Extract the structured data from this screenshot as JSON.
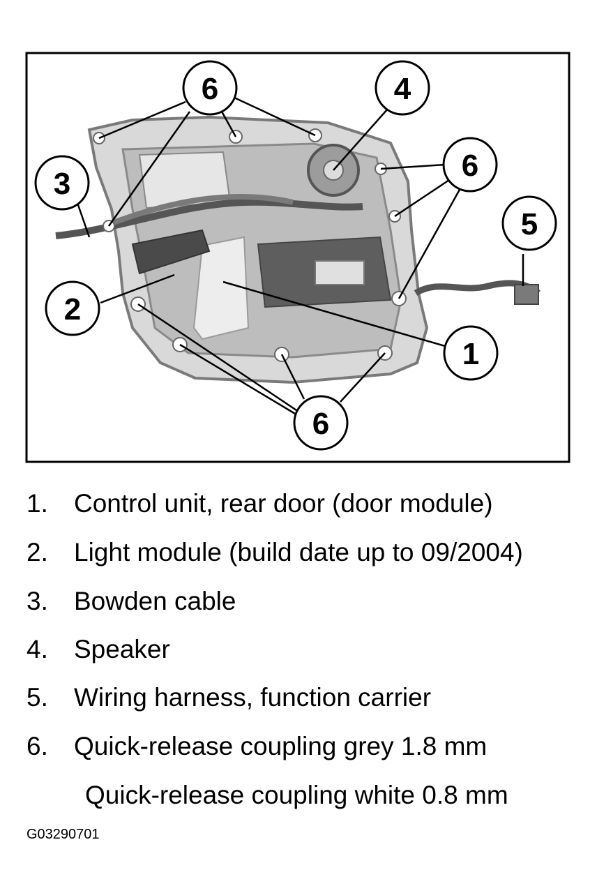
{
  "figure": {
    "callouts": [
      {
        "label": "6"
      },
      {
        "label": "4"
      },
      {
        "label": "3"
      },
      {
        "label": "6"
      },
      {
        "label": "5"
      },
      {
        "label": "2"
      },
      {
        "label": "1"
      },
      {
        "label": "6"
      }
    ]
  },
  "legend": {
    "items": [
      {
        "num": "1.",
        "text": "Control unit, rear door (door module)"
      },
      {
        "num": "2.",
        "text": "Light module (build date up to 09/2004)"
      },
      {
        "num": "3.",
        "text": "Bowden cable"
      },
      {
        "num": "4.",
        "text": "Speaker"
      },
      {
        "num": "5.",
        "text": "Wiring harness, function carrier"
      },
      {
        "num": "6.",
        "text": "Quick-release coupling grey 1.8 mm"
      }
    ],
    "note": "Quick-release coupling white 0.8 mm"
  },
  "figure_id": "G03290701"
}
